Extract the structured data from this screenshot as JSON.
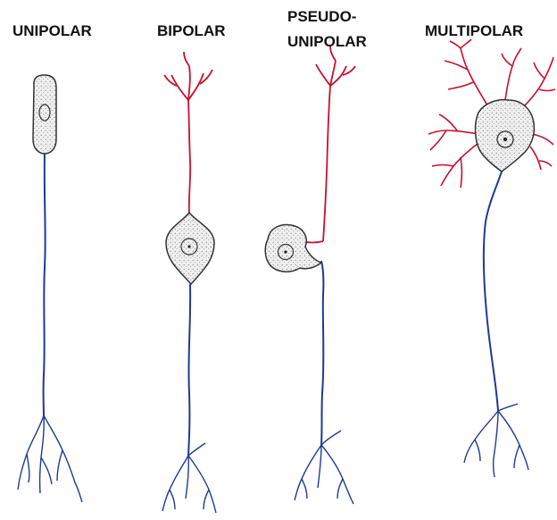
{
  "labels": {
    "unipolar": "UNIPOLAR",
    "bipolar": "BIPOLAR",
    "pseudo_line1": "PSEUDO-",
    "pseudo_line2": "UNIPOLAR",
    "multipolar": "MULTIPOLAR"
  },
  "colors": {
    "axon": "#1f3a93",
    "dendrite": "#c8102e",
    "soma_outline": "#333333",
    "soma_fill": "#eeeeee",
    "background": "#ffffff"
  },
  "neurons": [
    {
      "type": "unipolar",
      "soma": "spindle",
      "dendrites": "none"
    },
    {
      "type": "bipolar",
      "soma": "spindle",
      "dendrites": "single"
    },
    {
      "type": "pseudounipolar",
      "soma": "round-side",
      "dendrites": "single"
    },
    {
      "type": "multipolar",
      "soma": "stellate",
      "dendrites": "many"
    }
  ]
}
